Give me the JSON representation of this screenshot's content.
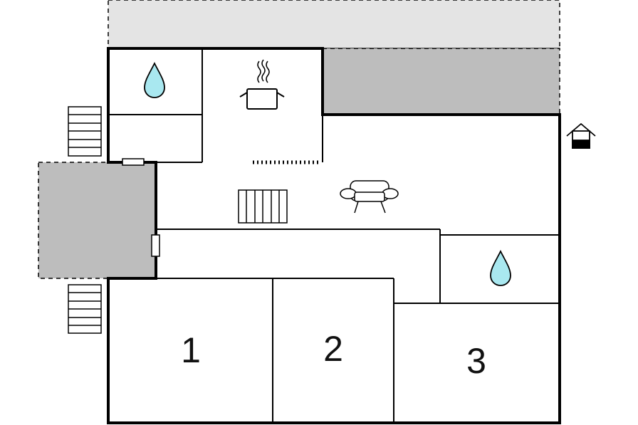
{
  "colors": {
    "terrace_light": "#e4e4e4",
    "terrace_dark": "#bdbdbd",
    "wall": "#000000",
    "water": "#a9e8f0",
    "background": "#ffffff"
  },
  "rooms": [
    {
      "id": "bedroom-1",
      "label": "1"
    },
    {
      "id": "bedroom-2",
      "label": "2"
    },
    {
      "id": "bedroom-3",
      "label": "3"
    }
  ],
  "icons": [
    "water-drop-icon",
    "cooking-pot-icon",
    "sofa-icon",
    "staircase-icon",
    "house-icon"
  ]
}
